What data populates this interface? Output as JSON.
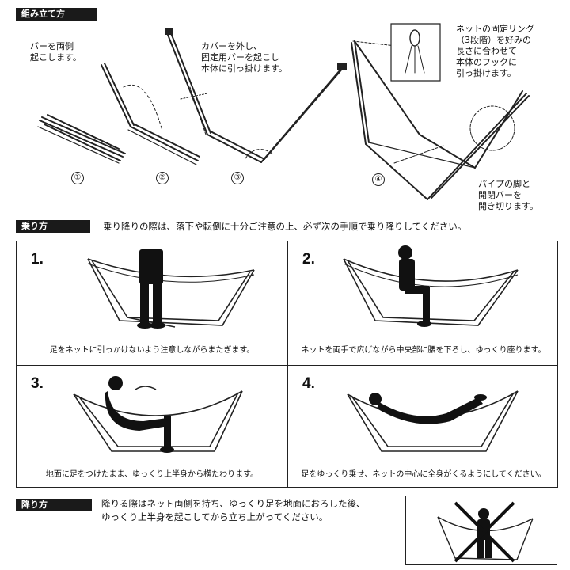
{
  "assembly": {
    "label": "組み立て方",
    "note_step1": [
      "バーを両側",
      "起こします。"
    ],
    "note_step3": [
      "カバーを外し、",
      "固定用バーを起こし",
      "本体に引っ掛けます。"
    ],
    "note_ring": [
      "ネットの固定リング",
      "（3段階）を好みの",
      "長さに合わせて",
      "本体のフックに",
      "引っ掛けます。"
    ],
    "note_pipe": [
      "パイプの脚と",
      "開閉バーを",
      "開き切ります。"
    ],
    "steps": [
      "①",
      "②",
      "③",
      "④"
    ]
  },
  "boarding": {
    "label": "乗り方",
    "intro": "乗り降りの際は、落下や転倒に十分ご注意の上、必ず次の手順で乗り降りしてください。",
    "panels": [
      {
        "number": "1.",
        "caption": "足をネットに引っかけないよう注意しながらまたぎます。"
      },
      {
        "number": "2.",
        "caption": "ネットを両手で広げながら中央部に腰を下ろし、ゆっくり座ります。"
      },
      {
        "number": "3.",
        "caption": "地面に足をつけたまま、ゆっくり上半身から横たわります。"
      },
      {
        "number": "4.",
        "caption": "足をゆっくり乗せ、ネットの中心に全身がくるようにしてください。"
      }
    ]
  },
  "getting_off": {
    "label": "降り方",
    "lines": [
      "降りる際はネット両側を持ち、ゆっくり足を地面におろした後、",
      "ゆっくり上半身を起こしてから立ち上がってください。"
    ]
  }
}
